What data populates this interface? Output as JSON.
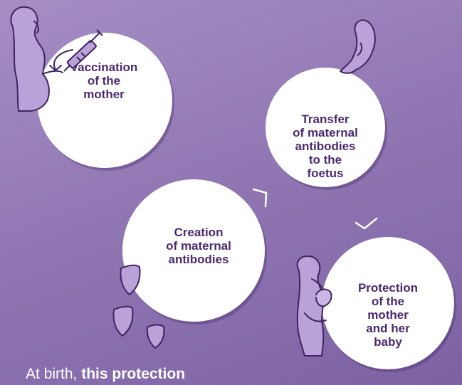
{
  "steps": [
    {
      "label": "Vaccination\nof the\nmother"
    },
    {
      "label": "Transfer\nof maternal\nantibodies\nto the\nfoetus"
    },
    {
      "label": "Creation\nof maternal\nantibodies"
    },
    {
      "label": "Protection\nof the\nmother\nand her\nbaby"
    }
  ],
  "footer": {
    "lead": "At birth, ",
    "bold": "this protection"
  },
  "colors": {
    "background": "#9178b4",
    "circle": "#ffffff",
    "text": "#4a2a6e",
    "illustration_fill": "#b9a2d8",
    "illustration_stroke": "#3f2560"
  }
}
